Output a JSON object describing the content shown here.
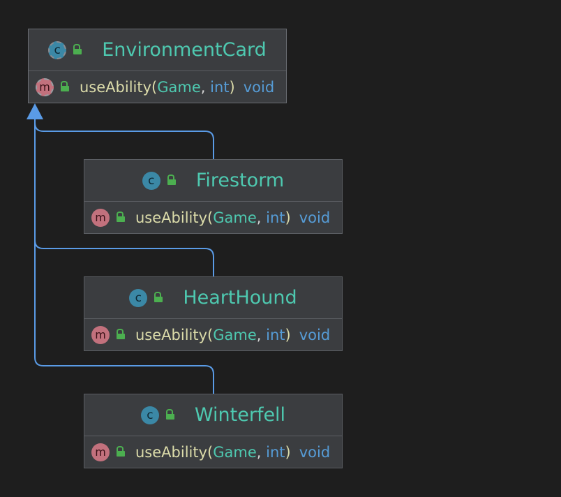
{
  "colors": {
    "background": "#1e1e1e",
    "node_fill": "#3b3d40",
    "edge": "#5a9be6",
    "class_name": "#4ec9b0"
  },
  "icons": {
    "class_badge": "class-c-icon",
    "method_badge": "method-m-icon",
    "visibility": "public-lock-icon",
    "arrow": "inheritance-arrow-icon"
  },
  "nodes": [
    {
      "name": "EnvironmentCard",
      "badge": "c",
      "abstract": true,
      "method": {
        "badge": "m",
        "name": "useAbility",
        "open": "(",
        "p1": "Game",
        "comma": ",",
        "p2": "int",
        "close": ")",
        "ret": "void"
      }
    },
    {
      "name": "Firestorm",
      "badge": "c",
      "abstract": false,
      "method": {
        "badge": "m",
        "name": "useAbility",
        "open": "(",
        "p1": "Game",
        "comma": ",",
        "p2": "int",
        "close": ")",
        "ret": "void"
      }
    },
    {
      "name": "HeartHound",
      "badge": "c",
      "abstract": false,
      "method": {
        "badge": "m",
        "name": "useAbility",
        "open": "(",
        "p1": "Game",
        "comma": ",",
        "p2": "int",
        "close": ")",
        "ret": "void"
      }
    },
    {
      "name": "Winterfell",
      "badge": "c",
      "abstract": false,
      "method": {
        "badge": "m",
        "name": "useAbility",
        "open": "(",
        "p1": "Game",
        "comma": ",",
        "p2": "int",
        "close": ")",
        "ret": "void"
      }
    }
  ],
  "edges": [
    {
      "from": "Firestorm",
      "to": "EnvironmentCard",
      "kind": "extends"
    },
    {
      "from": "HeartHound",
      "to": "EnvironmentCard",
      "kind": "extends"
    },
    {
      "from": "Winterfell",
      "to": "EnvironmentCard",
      "kind": "extends"
    }
  ]
}
